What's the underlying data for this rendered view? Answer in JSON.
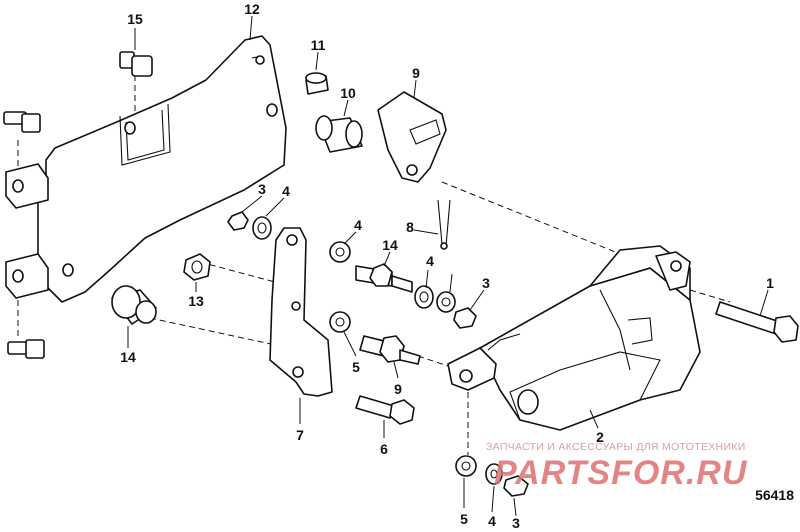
{
  "diagram": {
    "code": "56418",
    "callouts": [
      "15",
      "12",
      "11",
      "10",
      "9",
      "3",
      "4",
      "8",
      "14",
      "4",
      "4",
      "3",
      "13",
      "14",
      "5",
      "9",
      "7",
      "6",
      "1",
      "2",
      "5",
      "4",
      "3"
    ]
  },
  "watermark": {
    "subtitle": "ЗАПЧАСТИ И АКСЕССУАРЫ ДЛЯ МОТОТЕХНИКИ",
    "brand": "PARTSFOR.RU",
    "color": "#e07070"
  }
}
